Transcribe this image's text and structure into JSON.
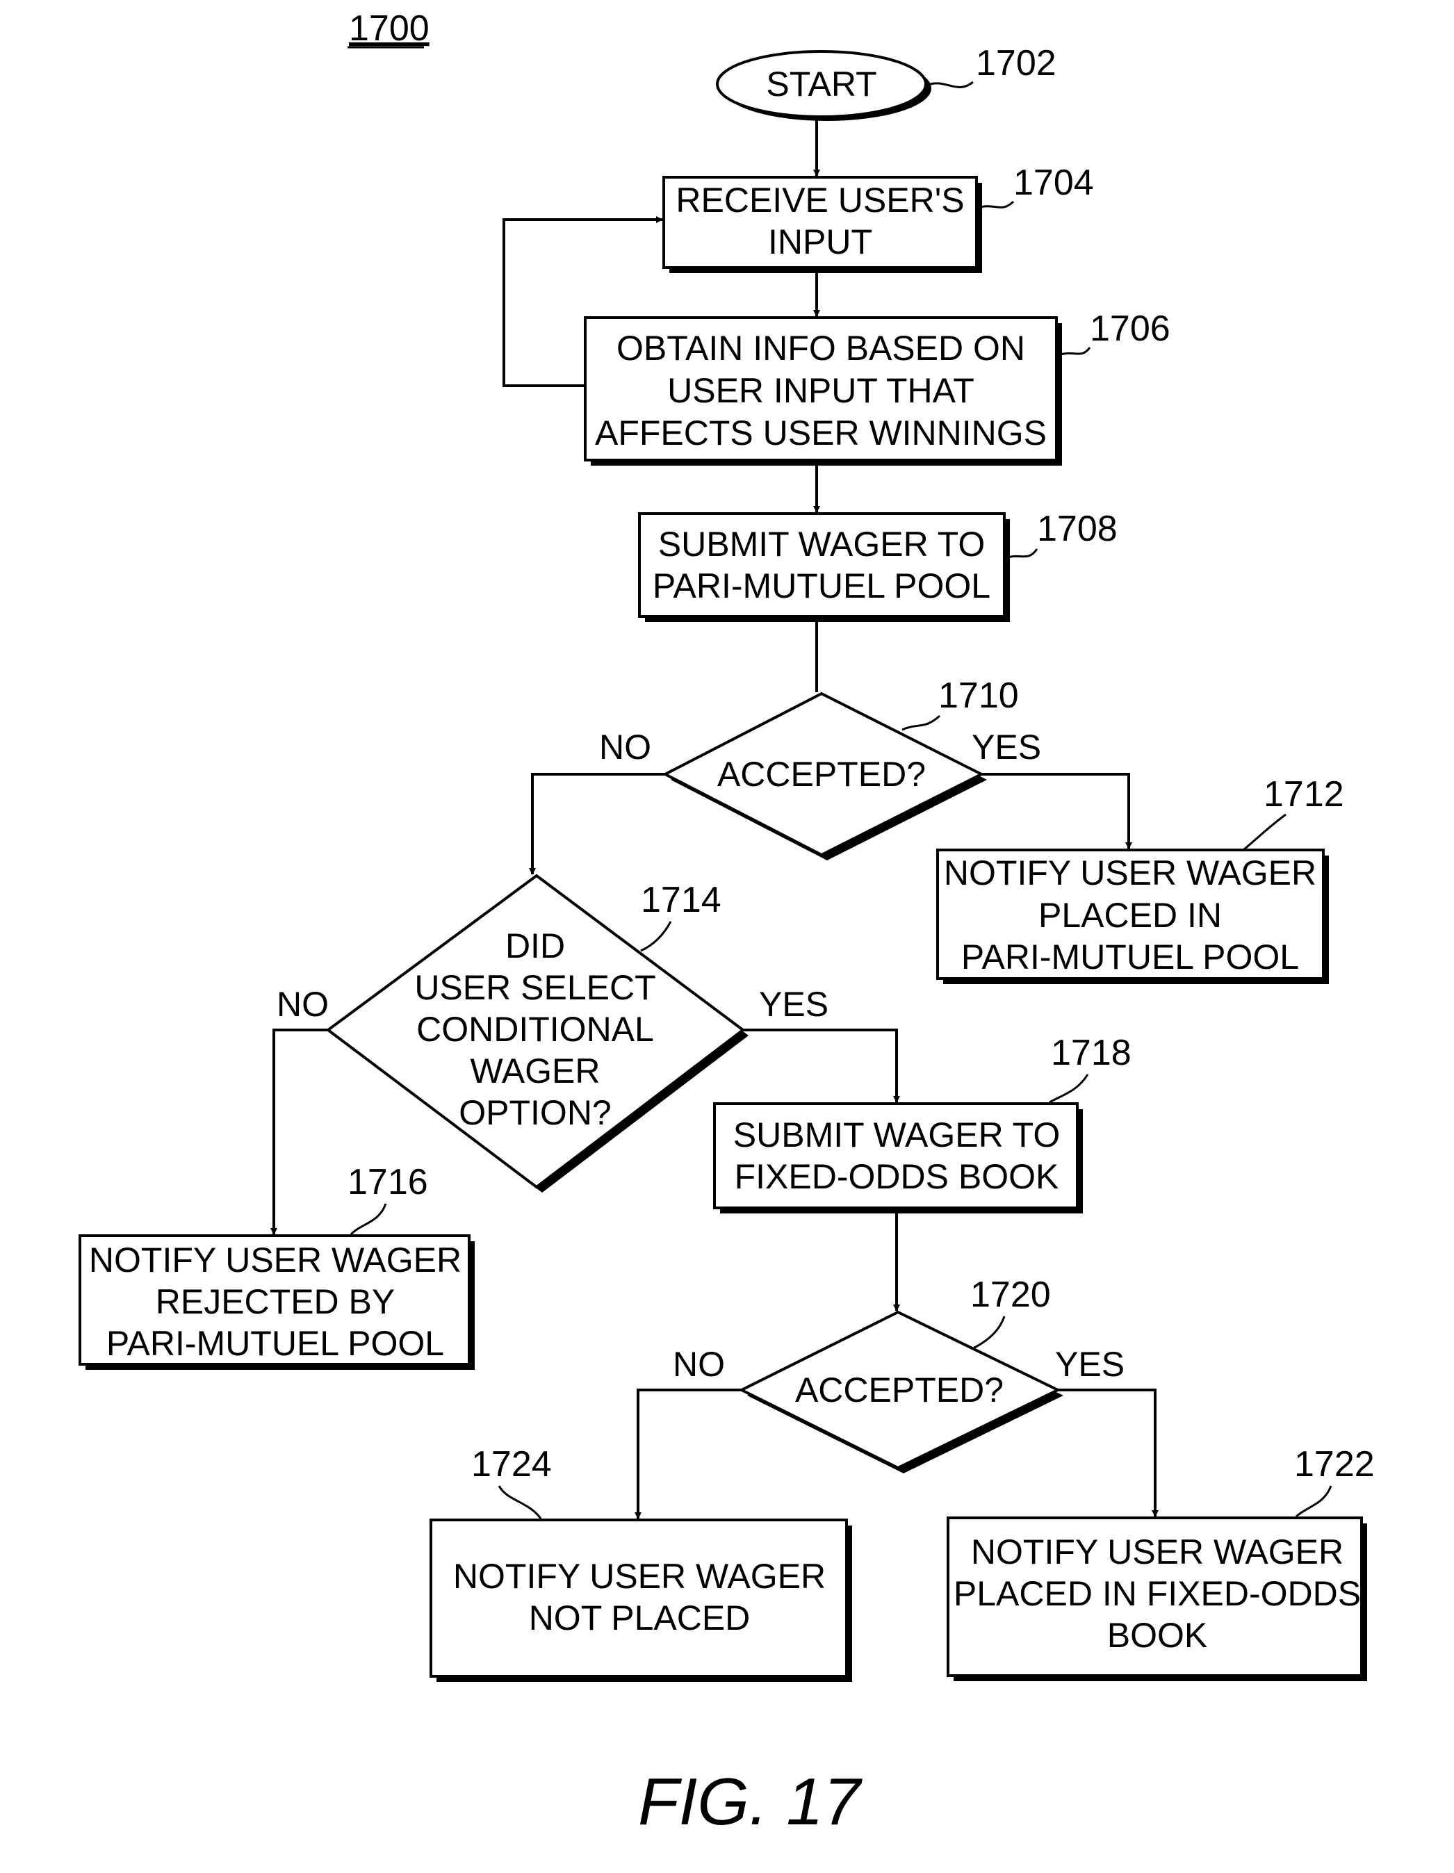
{
  "figure_number": "1700",
  "figure_caption": "FIG. 17",
  "nodes": {
    "n1702": {
      "ref": "1702",
      "lines": [
        "START"
      ]
    },
    "n1704": {
      "ref": "1704",
      "lines": [
        "RECEIVE USER'S",
        "INPUT"
      ]
    },
    "n1706": {
      "ref": "1706",
      "lines": [
        "OBTAIN INFO BASED ON",
        "USER INPUT THAT",
        "AFFECTS USER WINNINGS"
      ]
    },
    "n1708": {
      "ref": "1708",
      "lines": [
        "SUBMIT WAGER TO",
        "PARI-MUTUEL POOL"
      ]
    },
    "n1710": {
      "ref": "1710",
      "lines": [
        "ACCEPTED?"
      ]
    },
    "n1712": {
      "ref": "1712",
      "lines": [
        "NOTIFY USER WAGER",
        "PLACED IN",
        "PARI-MUTUEL POOL"
      ]
    },
    "n1714": {
      "ref": "1714",
      "lines": [
        "DID",
        "USER SELECT",
        "CONDITIONAL",
        "WAGER",
        "OPTION?"
      ]
    },
    "n1716": {
      "ref": "1716",
      "lines": [
        "NOTIFY USER WAGER",
        "REJECTED BY",
        "PARI-MUTUEL POOL"
      ]
    },
    "n1718": {
      "ref": "1718",
      "lines": [
        "SUBMIT WAGER TO",
        "FIXED-ODDS BOOK"
      ]
    },
    "n1720": {
      "ref": "1720",
      "lines": [
        "ACCEPTED?"
      ]
    },
    "n1722": {
      "ref": "1722",
      "lines": [
        "NOTIFY USER WAGER",
        "PLACED IN FIXED-ODDS",
        "BOOK"
      ]
    },
    "n1724": {
      "ref": "1724",
      "lines": [
        "NOTIFY USER WAGER",
        "NOT PLACED"
      ]
    }
  },
  "branch_labels": {
    "b1710_no": "NO",
    "b1710_yes": "YES",
    "b1714_no": "NO",
    "b1714_yes": "YES",
    "b1720_no": "NO",
    "b1720_yes": "YES"
  }
}
